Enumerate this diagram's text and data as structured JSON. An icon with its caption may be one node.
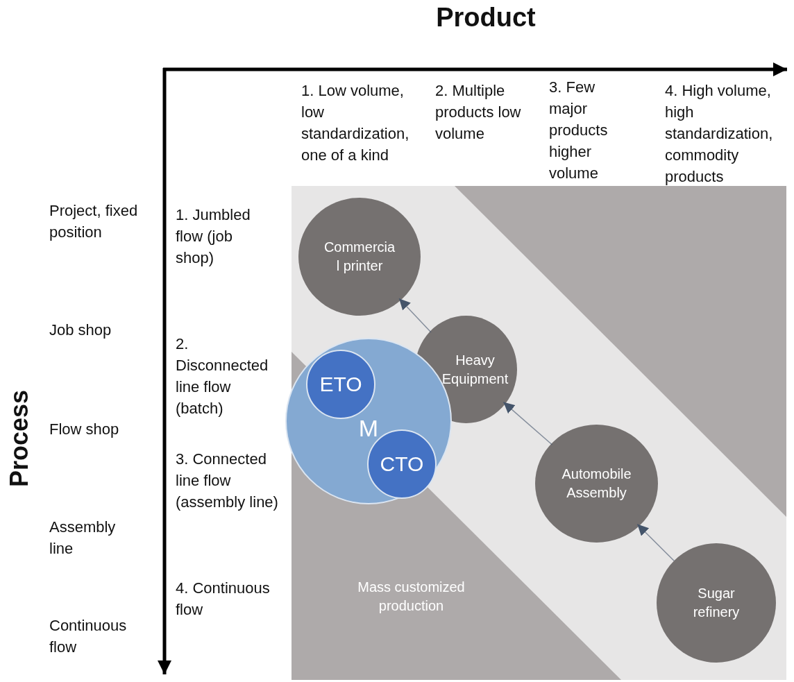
{
  "diagram": {
    "title": "Product",
    "nodes": [
      {
        "text": [
          "Commercia l printer"
        ]
      },
      {
        "text": [
          "M"
        ]
      },
      {
        "text": [
          "ETO"
        ],
        "in": 1
      },
      {
        "text": [
          "CTO"
        ],
        "in": 1
      },
      {
        "text": [
          "Heavy Equipment"
        ]
      },
      {
        "text": [
          "Automobile Assembly"
        ]
      },
      {
        "text": [
          "Mass customized production"
        ]
      },
      {
        "text": [
          "Sugar refinery"
        ]
      }
    ],
    "edges": [
      {
        "from": 4,
        "to": 0,
        "arrow": "to"
      },
      {
        "from": 5,
        "to": 4,
        "arrow": "to"
      },
      {
        "from": 7,
        "to": 5,
        "arrow": "to"
      }
    ],
    "labels": [
      "Process",
      "1. Low volume, low standardization, one of a kind",
      "2. Multiple products low volume",
      "3. Few major products higher volume",
      "4. High volume, high standardization, commodity products",
      "Project, fixed position",
      "1. Jumbled flow (job shop)",
      "Job shop",
      "2. Disconnected line flow (batch)",
      "Flow shop",
      "3. Connected line flow (assembly line)",
      "Assembly line",
      "4. Continuous flow",
      "Continuous flow"
    ]
  }
}
